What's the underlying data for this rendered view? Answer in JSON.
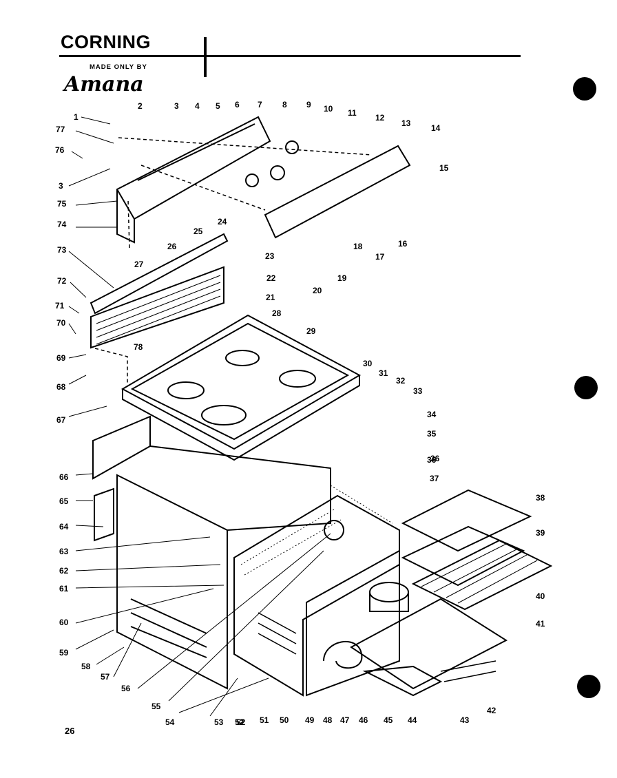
{
  "header": {
    "brand": "CORNING",
    "made_by": "MADE ONLY BY",
    "manufacturer": "Amana"
  },
  "page_number": "26",
  "callouts": [
    "1",
    "2",
    "3",
    "4",
    "5",
    "6",
    "7",
    "8",
    "9",
    "10",
    "11",
    "12",
    "13",
    "14",
    "15",
    "16",
    "17",
    "18",
    "19",
    "20",
    "21",
    "22",
    "23",
    "24",
    "25",
    "26",
    "27",
    "28",
    "29",
    "30",
    "31",
    "32",
    "33",
    "34",
    "35",
    "36",
    "37",
    "38",
    "39",
    "40",
    "41",
    "42",
    "43",
    "44",
    "45",
    "46",
    "47",
    "48",
    "49",
    "50",
    "51",
    "52",
    "53",
    "54",
    "55",
    "56",
    "57",
    "58",
    "59",
    "60",
    "61",
    "62",
    "63",
    "64",
    "65",
    "66",
    "67",
    "68",
    "69",
    "70",
    "71",
    "72",
    "73",
    "74",
    "75",
    "76",
    "77",
    "78",
    "3",
    "36",
    "52"
  ]
}
